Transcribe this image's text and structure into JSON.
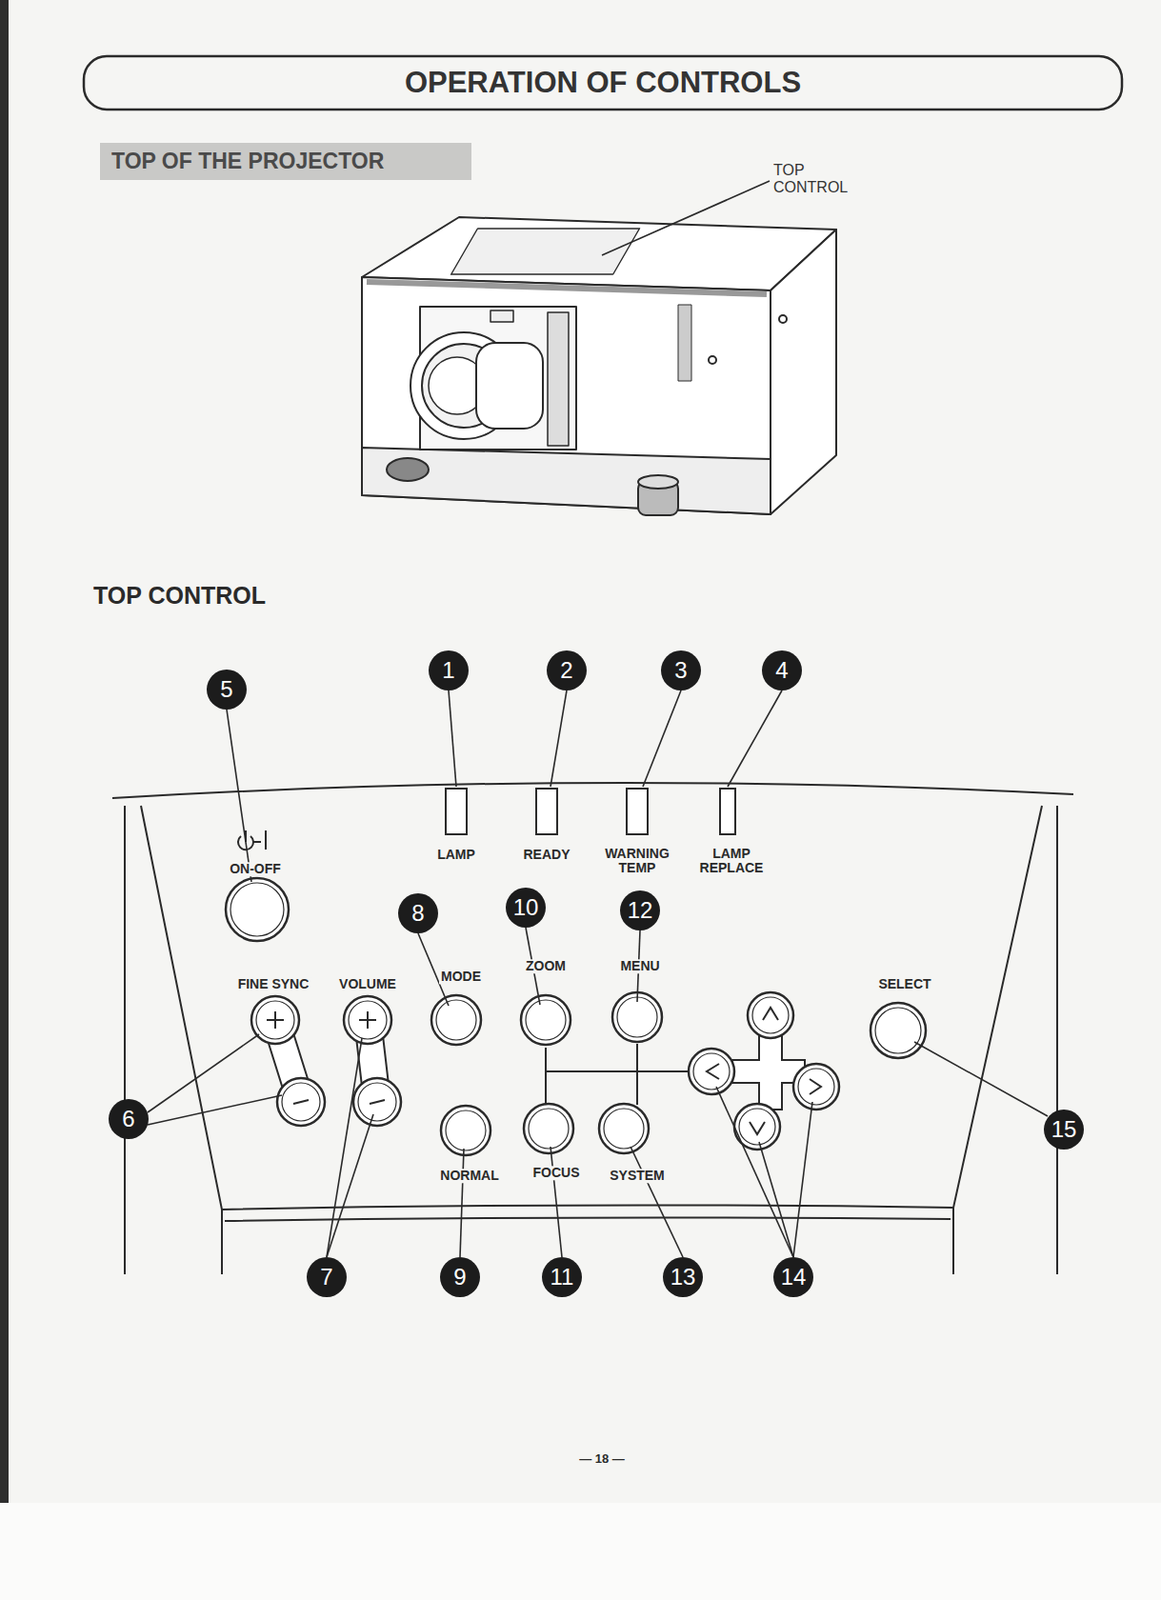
{
  "diagram": {
    "title": "OPERATION OF CONTROLS",
    "nodes": [
      {
        "text": [
          "TOP OF THE PROJECTOR"
        ]
      },
      {
        "text": [
          "1"
        ]
      },
      {
        "text": [
          "2"
        ]
      },
      {
        "text": [
          "3"
        ]
      },
      {
        "text": [
          "4"
        ]
      },
      {
        "text": [
          "5"
        ]
      },
      {
        "text": [
          "6"
        ]
      },
      {
        "text": [
          "7"
        ]
      },
      {
        "text": [
          "8"
        ]
      },
      {
        "text": [
          "9"
        ]
      },
      {
        "text": [
          "10"
        ]
      },
      {
        "text": [
          "11"
        ]
      },
      {
        "text": [
          "12"
        ]
      },
      {
        "text": [
          "13"
        ]
      },
      {
        "text": [
          "14"
        ]
      },
      {
        "text": [
          "15"
        ]
      }
    ],
    "labels": [
      "TOP CONTROL",
      "TOP CONTROL",
      "LAMP",
      "READY",
      "WARNING TEMP",
      "LAMP REPLACE",
      "ON-OFF",
      "FINE SYNC",
      "VOLUME",
      "MODE",
      "ZOOM",
      "MENU",
      "SELECT",
      "NORMAL",
      "FOCUS",
      "SYSTEM",
      "— 18 —"
    ]
  }
}
